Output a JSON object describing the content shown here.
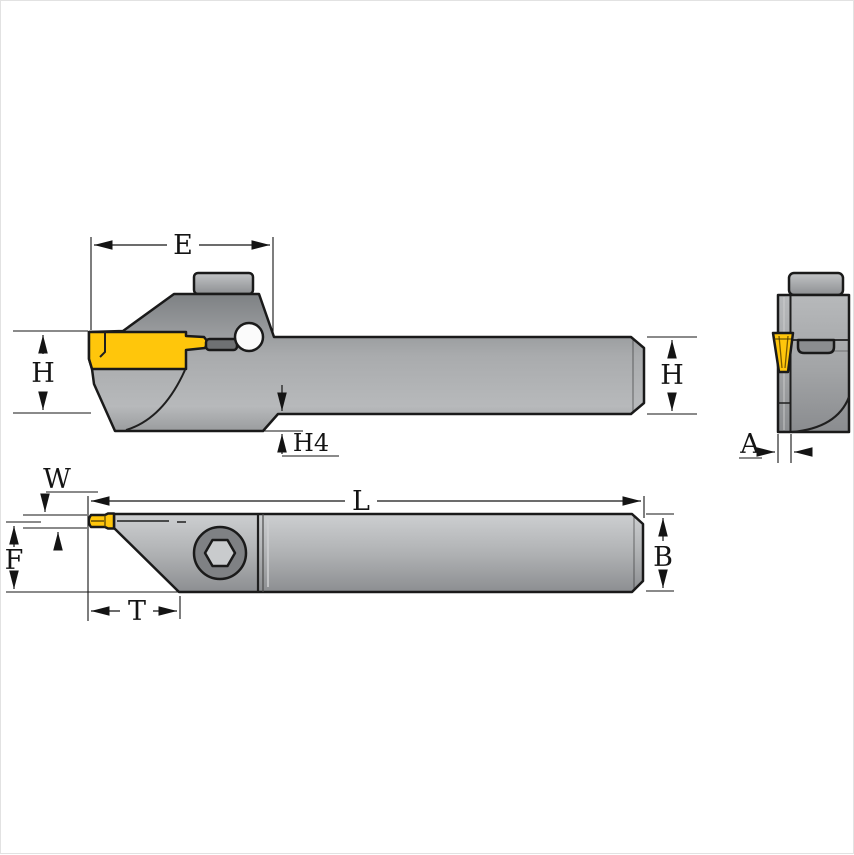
{
  "views": {
    "side": {
      "name": "side-profile-view",
      "dims": {
        "e": "E",
        "h_left": "H",
        "h_right": "H",
        "h4": "H4"
      }
    },
    "end": {
      "name": "end-face-view",
      "dims": {
        "a": "A"
      }
    },
    "plan": {
      "name": "top-plan-view",
      "dims": {
        "w": "W",
        "l": "L",
        "f": "F",
        "t": "T",
        "b": "B"
      }
    }
  },
  "colors": {
    "insert_yellow": "#FFC60B",
    "outline_black": "#1a1a1a",
    "steel_light": "#c9cbcd",
    "steel_mid": "#a6a8aa",
    "steel_dark": "#85878a",
    "screw_white": "#fbfbfb",
    "background": "#ffffff"
  }
}
